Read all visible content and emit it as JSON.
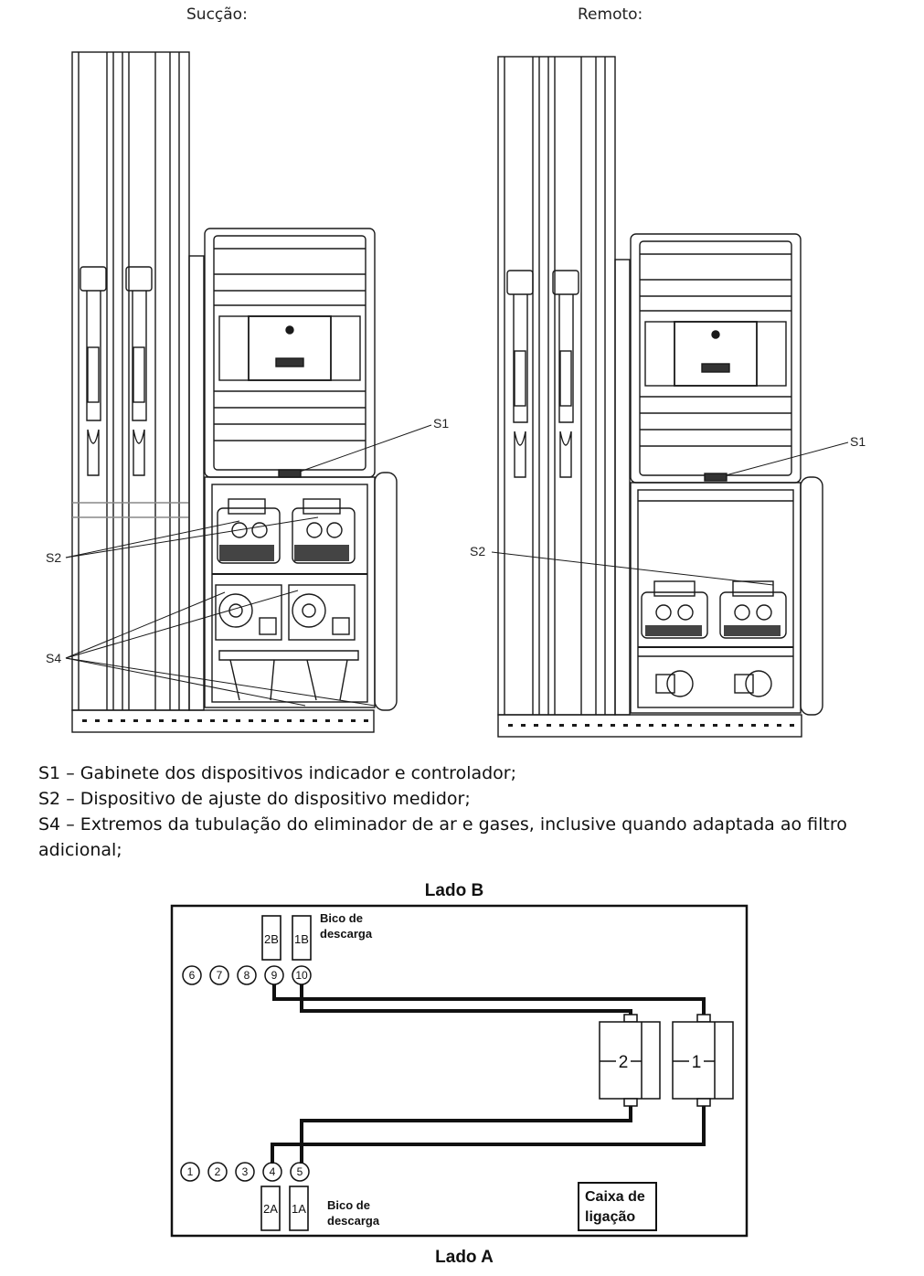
{
  "figure_top": {
    "left_caption": "Sucção:",
    "right_caption": "Remoto:",
    "left_callouts": [
      "S1",
      "S2",
      "S4"
    ],
    "right_callouts": [
      "S1",
      "S2"
    ]
  },
  "legend": [
    "S1 – Gabinete dos dispositivos indicador e controlador;",
    "S2 – Dispositivo de ajuste do dispositivo medidor;",
    "S4 – Extremos da tubulação do eliminador de ar e gases, inclusive quando adaptada ao filtro adicional;"
  ],
  "wiring": {
    "side_b": "Lado B",
    "side_a": "Lado A",
    "nozzle_top_label": [
      "Bico de",
      "descarga"
    ],
    "nozzle_bottom_label": [
      "Bico de",
      "descarga"
    ],
    "nozzles_top": [
      "2B",
      "1B"
    ],
    "nozzles_bottom": [
      "2A",
      "1A"
    ],
    "terminals_top": [
      "6",
      "7",
      "8",
      "9",
      "10"
    ],
    "terminals_bottom": [
      "1",
      "2",
      "3",
      "4",
      "5"
    ],
    "units": [
      "2",
      "1"
    ],
    "junction_box": [
      "Caixa de",
      "ligação"
    ]
  }
}
